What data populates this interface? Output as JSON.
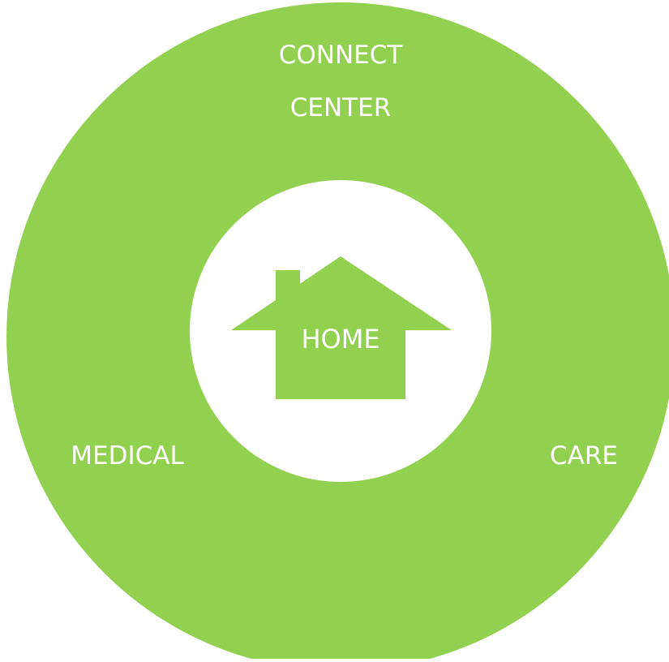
{
  "colors": {
    "ring": "#92d050",
    "inner": "#ffffff",
    "text": "#ffffff",
    "background": "#ffffff"
  },
  "outer_ring": {
    "top_label_line1": "CONNECT",
    "top_label_line2": "CENTER",
    "left_label": "MEDICAL",
    "right_label": "CARE"
  },
  "center": {
    "icon": "house-icon",
    "label": "HOME"
  }
}
